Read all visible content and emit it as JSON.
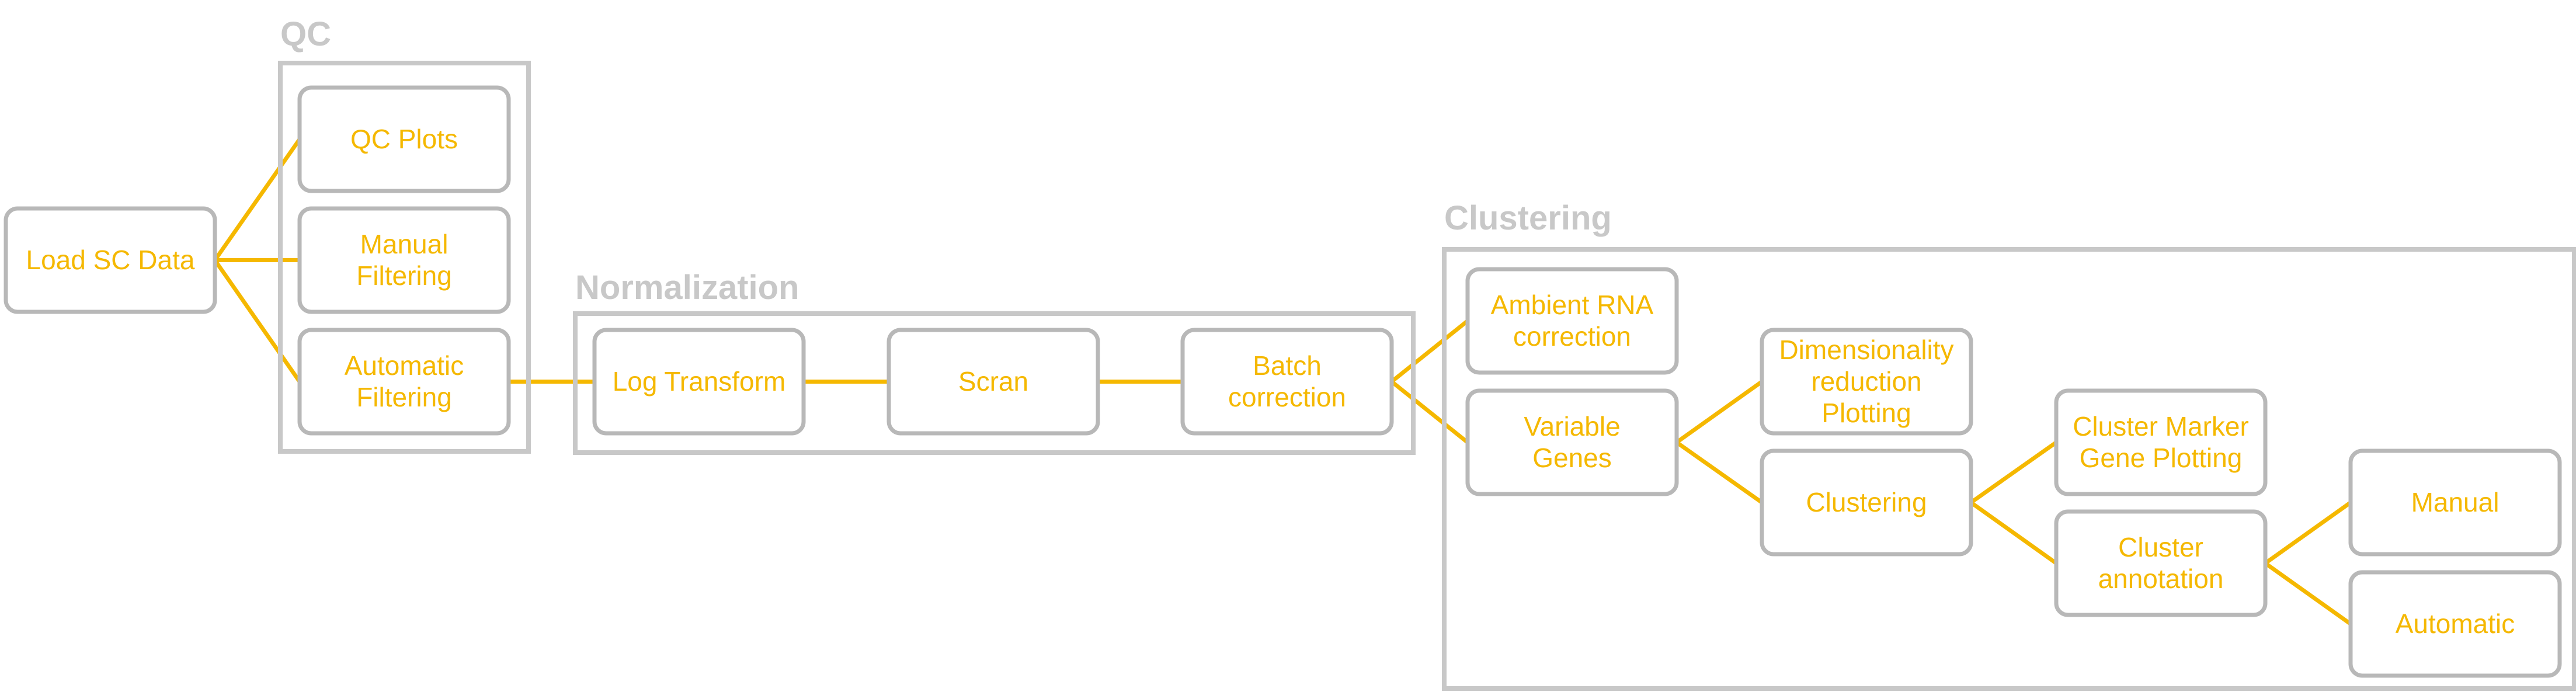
{
  "colors": {
    "accent": "#f5b800",
    "group_frame": "#c8c8c8",
    "node_border": "#b8b8b8",
    "background": "#ffffff"
  },
  "groups": {
    "qc": {
      "title": "QC"
    },
    "normalization": {
      "title": "Normalization"
    },
    "clustering": {
      "title": "Clustering"
    }
  },
  "nodes": {
    "load": {
      "lines": [
        "Load SC Data"
      ]
    },
    "qc_plots": {
      "lines": [
        "QC Plots"
      ]
    },
    "manual_filtering": {
      "lines": [
        "Manual",
        "Filtering"
      ]
    },
    "automatic_filtering": {
      "lines": [
        "Automatic",
        "Filtering"
      ]
    },
    "log_transform": {
      "lines": [
        "Log Transform"
      ]
    },
    "scran": {
      "lines": [
        "Scran"
      ]
    },
    "batch_correction": {
      "lines": [
        "Batch",
        "correction"
      ]
    },
    "ambient_rna": {
      "lines": [
        "Ambient RNA",
        "correction"
      ]
    },
    "variable_genes": {
      "lines": [
        "Variable",
        "Genes"
      ]
    },
    "dim_reduction": {
      "lines": [
        "Dimensionality",
        "reduction",
        "Plotting"
      ]
    },
    "clustering_step": {
      "lines": [
        "Clustering"
      ]
    },
    "cluster_marker": {
      "lines": [
        "Cluster Marker",
        "Gene Plotting"
      ]
    },
    "cluster_annotation": {
      "lines": [
        "Cluster",
        "annotation"
      ]
    },
    "manual": {
      "lines": [
        "Manual"
      ]
    },
    "automatic": {
      "lines": [
        "Automatic"
      ]
    }
  },
  "edges": [
    [
      "load",
      "qc_plots"
    ],
    [
      "load",
      "manual_filtering"
    ],
    [
      "load",
      "automatic_filtering"
    ],
    [
      "automatic_filtering",
      "log_transform"
    ],
    [
      "log_transform",
      "scran"
    ],
    [
      "scran",
      "batch_correction"
    ],
    [
      "batch_correction",
      "ambient_rna"
    ],
    [
      "batch_correction",
      "variable_genes"
    ],
    [
      "variable_genes",
      "dim_reduction"
    ],
    [
      "variable_genes",
      "clustering_step"
    ],
    [
      "clustering_step",
      "cluster_marker"
    ],
    [
      "clustering_step",
      "cluster_annotation"
    ],
    [
      "cluster_annotation",
      "manual"
    ],
    [
      "cluster_annotation",
      "automatic"
    ]
  ]
}
